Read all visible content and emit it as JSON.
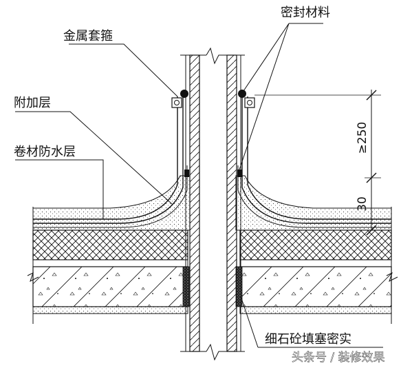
{
  "labels": {
    "metal_clamp": "金属套箍",
    "sealant": "密封材料",
    "additional_layer": "附加层",
    "membrane_layer": "卷材防水层",
    "fine_concrete": "细石砼填塞密实"
  },
  "dimensions": {
    "upper": "≥250",
    "lower": "30"
  },
  "watermark": "头条号 / 装修效果"
}
